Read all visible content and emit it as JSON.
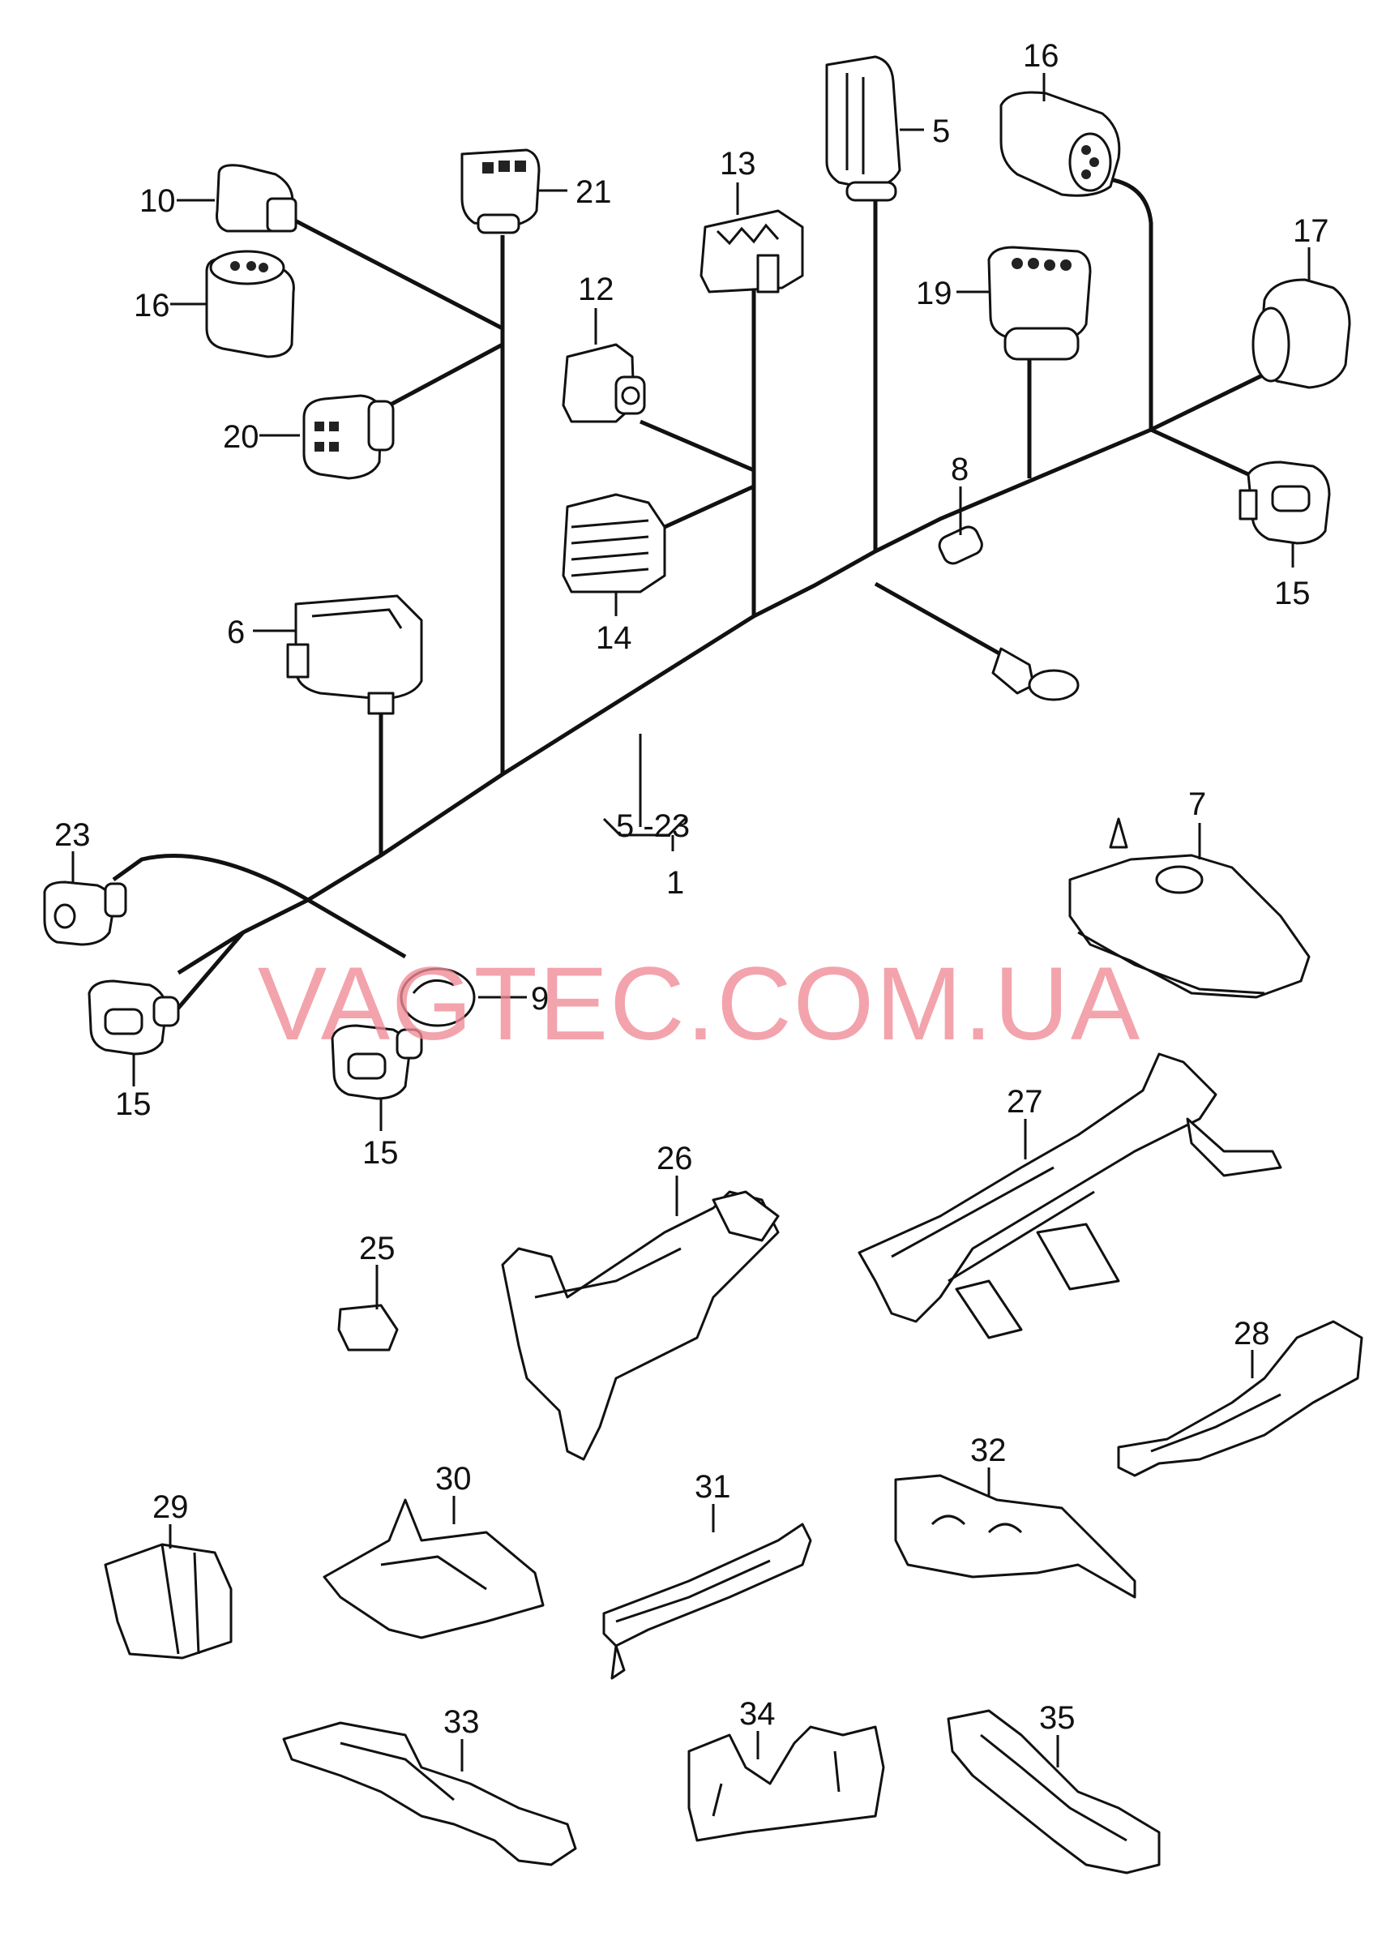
{
  "diagram": {
    "callouts": [
      "1",
      "5",
      "5 -23",
      "6",
      "7",
      "8",
      "9",
      "10",
      "12",
      "13",
      "14",
      "15",
      "16",
      "17",
      "19",
      "20",
      "21",
      "23",
      "25",
      "26",
      "27",
      "28",
      "29",
      "30",
      "31",
      "32",
      "33",
      "34",
      "35"
    ],
    "watermark": "VAGTEC.COM.UA"
  }
}
